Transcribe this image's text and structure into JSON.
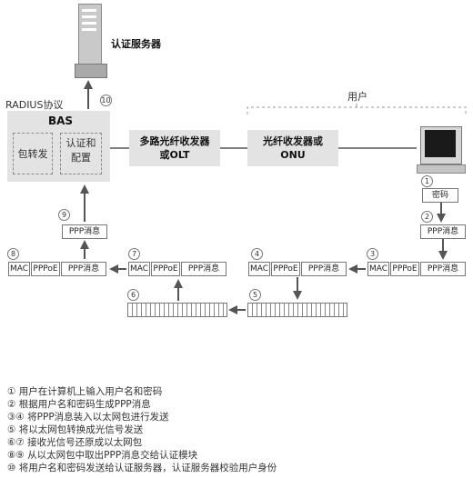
{
  "server_label": "认证服务器",
  "radius_label": "RADIUS协议",
  "user_label": "用户",
  "bas": {
    "title": "BAS",
    "forwarding": "包转发",
    "auth_config": "认证和配置"
  },
  "olt_box": "多路光纤收发器或OLT",
  "onu_box": "光纤收发器或ONU",
  "password_label": "密码",
  "ppp_msg": "PPP消息",
  "mac": "MAC",
  "pppoe": "PPPoE",
  "steps": {
    "s1": "1",
    "s2": "2",
    "s3": "3",
    "s4": "4",
    "s5": "5",
    "s6": "6",
    "s7": "7",
    "s8": "8",
    "s9": "9",
    "s10": "10"
  },
  "legend": [
    "① 用户在计算机上输入用户名和密码",
    "② 根据用户名和密码生成PPP消息",
    "③④ 将PPP消息装入以太网包进行发送",
    "⑤ 将以太网包转换成光信号发送",
    "⑥⑦ 接收光信号还原成以太网包",
    "⑧⑨ 从以太网包中取出PPP消息交给认证模块",
    "⑩ 将用户名和密码发送给认证服务器，认证服务器校验用户身份"
  ]
}
